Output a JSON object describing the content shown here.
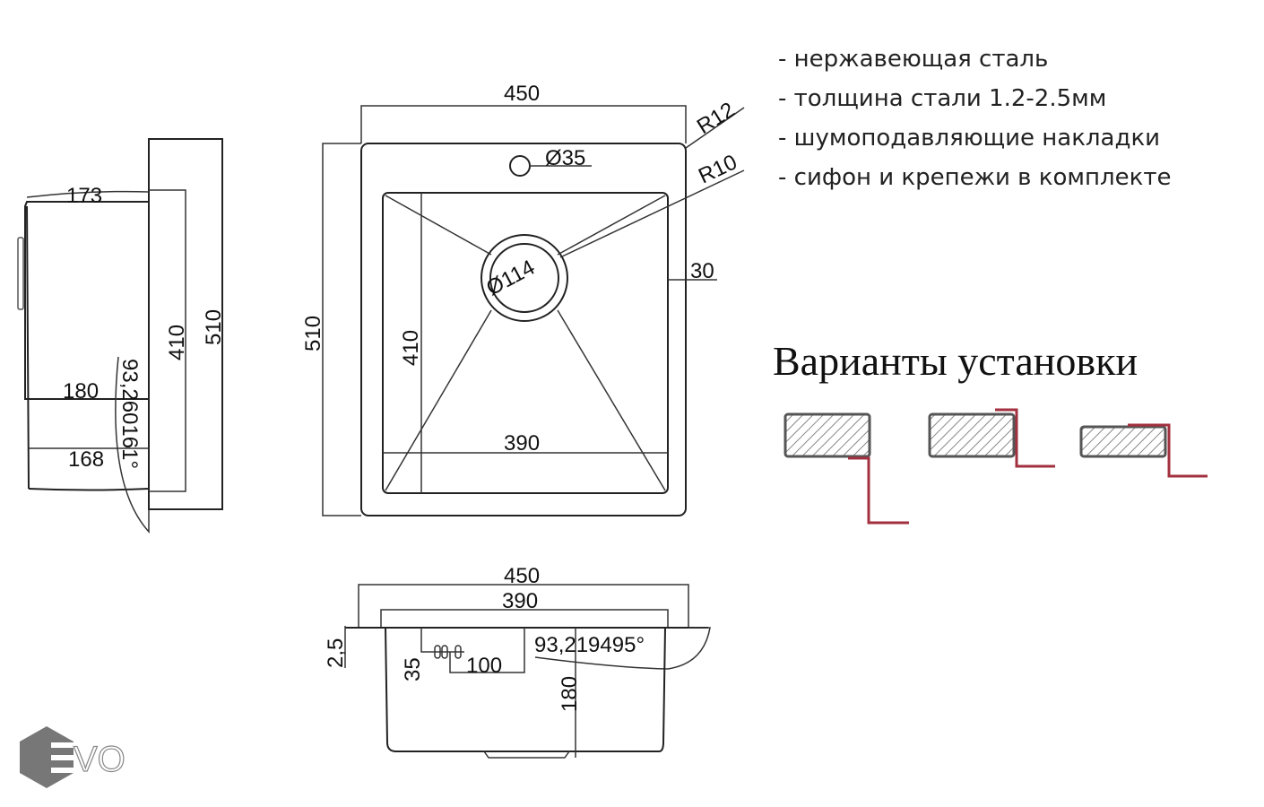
{
  "features": [
    "- нержавеющая сталь",
    "- толщина стали 1.2-2.5мм",
    "- шумоподавляющие накладки",
    "- сифон и крепежи в комплекте"
  ],
  "install_heading": "Варианты установки",
  "install_variants": [
    "overlay",
    "flush",
    "undermount"
  ],
  "colors": {
    "line": "#222222",
    "mount_profile": "#a3303f",
    "logo": "#777777"
  },
  "top_view": {
    "width": "450",
    "depth": "510",
    "bowl_width": "390",
    "bowl_depth": "410",
    "radius_outer": "R12",
    "radius_inner": "R10",
    "tap_hole": "Ø35",
    "drain": "Ø114",
    "margin": "30"
  },
  "side_view": {
    "depth": "510",
    "bowl_depth": "410",
    "top_width": "173",
    "mid_width": "180",
    "bottom_width": "168",
    "angle": "93,260161°"
  },
  "front_view": {
    "width": "450",
    "bowl_width": "390",
    "thickness": "2,5",
    "overflow_height": "35",
    "overflow_width": "100",
    "angle": "93,219495°",
    "bowl_height": "180"
  },
  "logo": "EVO"
}
